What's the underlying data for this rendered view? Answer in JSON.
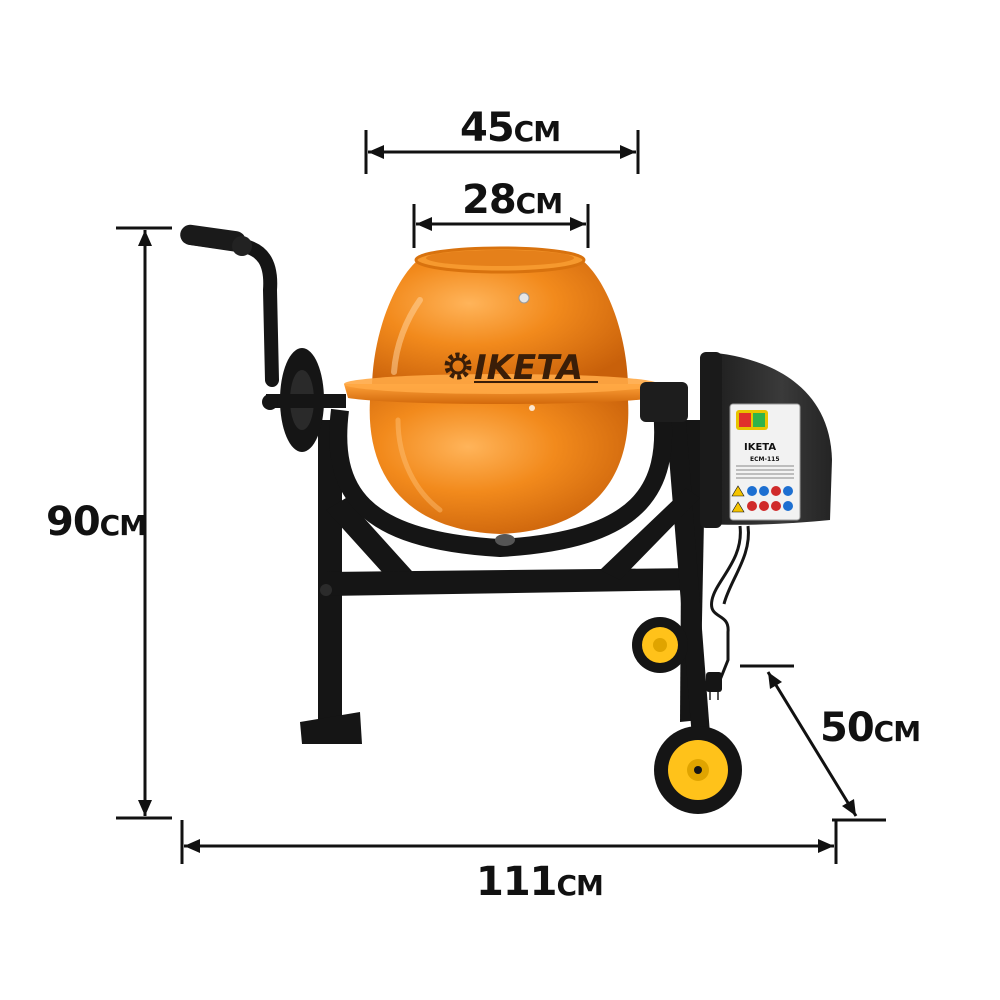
{
  "brand": {
    "name": "IKETA",
    "model": "ECM-115"
  },
  "dimensions": {
    "drum_outer": {
      "value": "45",
      "unit": "CM"
    },
    "drum_opening": {
      "value": "28",
      "unit": "CM"
    },
    "height": {
      "value": "90",
      "unit": "CM"
    },
    "depth": {
      "value": "50",
      "unit": "CM"
    },
    "length": {
      "value": "111",
      "unit": "CM"
    }
  },
  "colors": {
    "drum": "#f28a1c",
    "drum_shade": "#d96f0c",
    "frame": "#151515",
    "wheel_hub": "#ffc21a",
    "motor_housing": "#2a2a2a",
    "switch_start": "#2fb34a",
    "switch_stop": "#e0322b",
    "dimension_line": "#111111"
  },
  "icons": [
    "gear-logo-icon",
    "power-plug-icon"
  ]
}
